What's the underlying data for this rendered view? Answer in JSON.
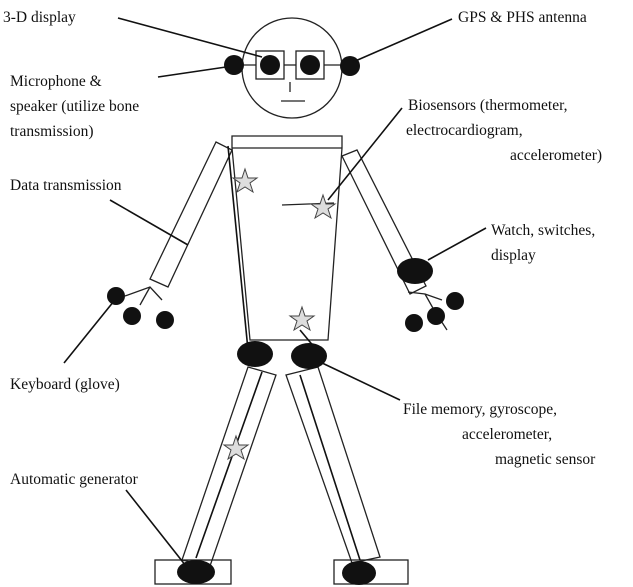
{
  "labels": {
    "display_3d": "3-D display",
    "gps": "GPS & PHS antenna",
    "mic_1": "Microphone &",
    "mic_2": "speaker (utilize bone",
    "mic_3": "transmission)",
    "bio_1": "Biosensors (thermometer,",
    "bio_2": "electrocardiogram,",
    "bio_3": "accelerometer)",
    "data_tx": "Data transmission",
    "watch_1": "Watch, switches,",
    "watch_2": "display",
    "keyboard": "Keyboard (glove)",
    "file_1": "File memory, gyroscope,",
    "file_2": "accelerometer,",
    "file_3": "magnetic sensor",
    "generator": "Automatic generator"
  }
}
